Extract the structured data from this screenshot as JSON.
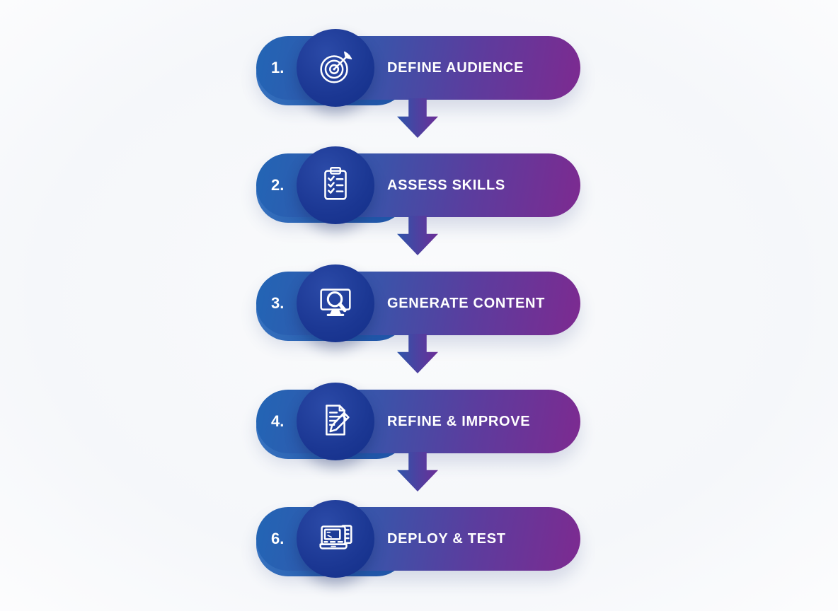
{
  "diagram": {
    "type": "vertical-process-flow",
    "background_color": "#f7f9fb",
    "colors": {
      "bar_gradient_start": "#2265b5",
      "bar_gradient_end": "#7d2a90",
      "back_pill_blue": "#2e6fc2",
      "icon_circle_fill": "#1b3793",
      "arrow_gradient_start": "#2e55aa",
      "arrow_gradient_end": "#6c2e97",
      "text_color": "#ffffff"
    },
    "steps": [
      {
        "number": "1.",
        "label": "DEFINE AUDIENCE",
        "icon": "target-icon"
      },
      {
        "number": "2.",
        "label": "ASSESS SKILLS",
        "icon": "clipboard-checklist-icon"
      },
      {
        "number": "3.",
        "label": "GENERATE CONTENT",
        "icon": "monitor-search-icon"
      },
      {
        "number": "4.",
        "label": "REFINE & IMPROVE",
        "icon": "document-pencil-icon"
      },
      {
        "number": "6.",
        "label": "DEPLOY & TEST",
        "icon": "laptop-checklist-icon"
      }
    ]
  }
}
